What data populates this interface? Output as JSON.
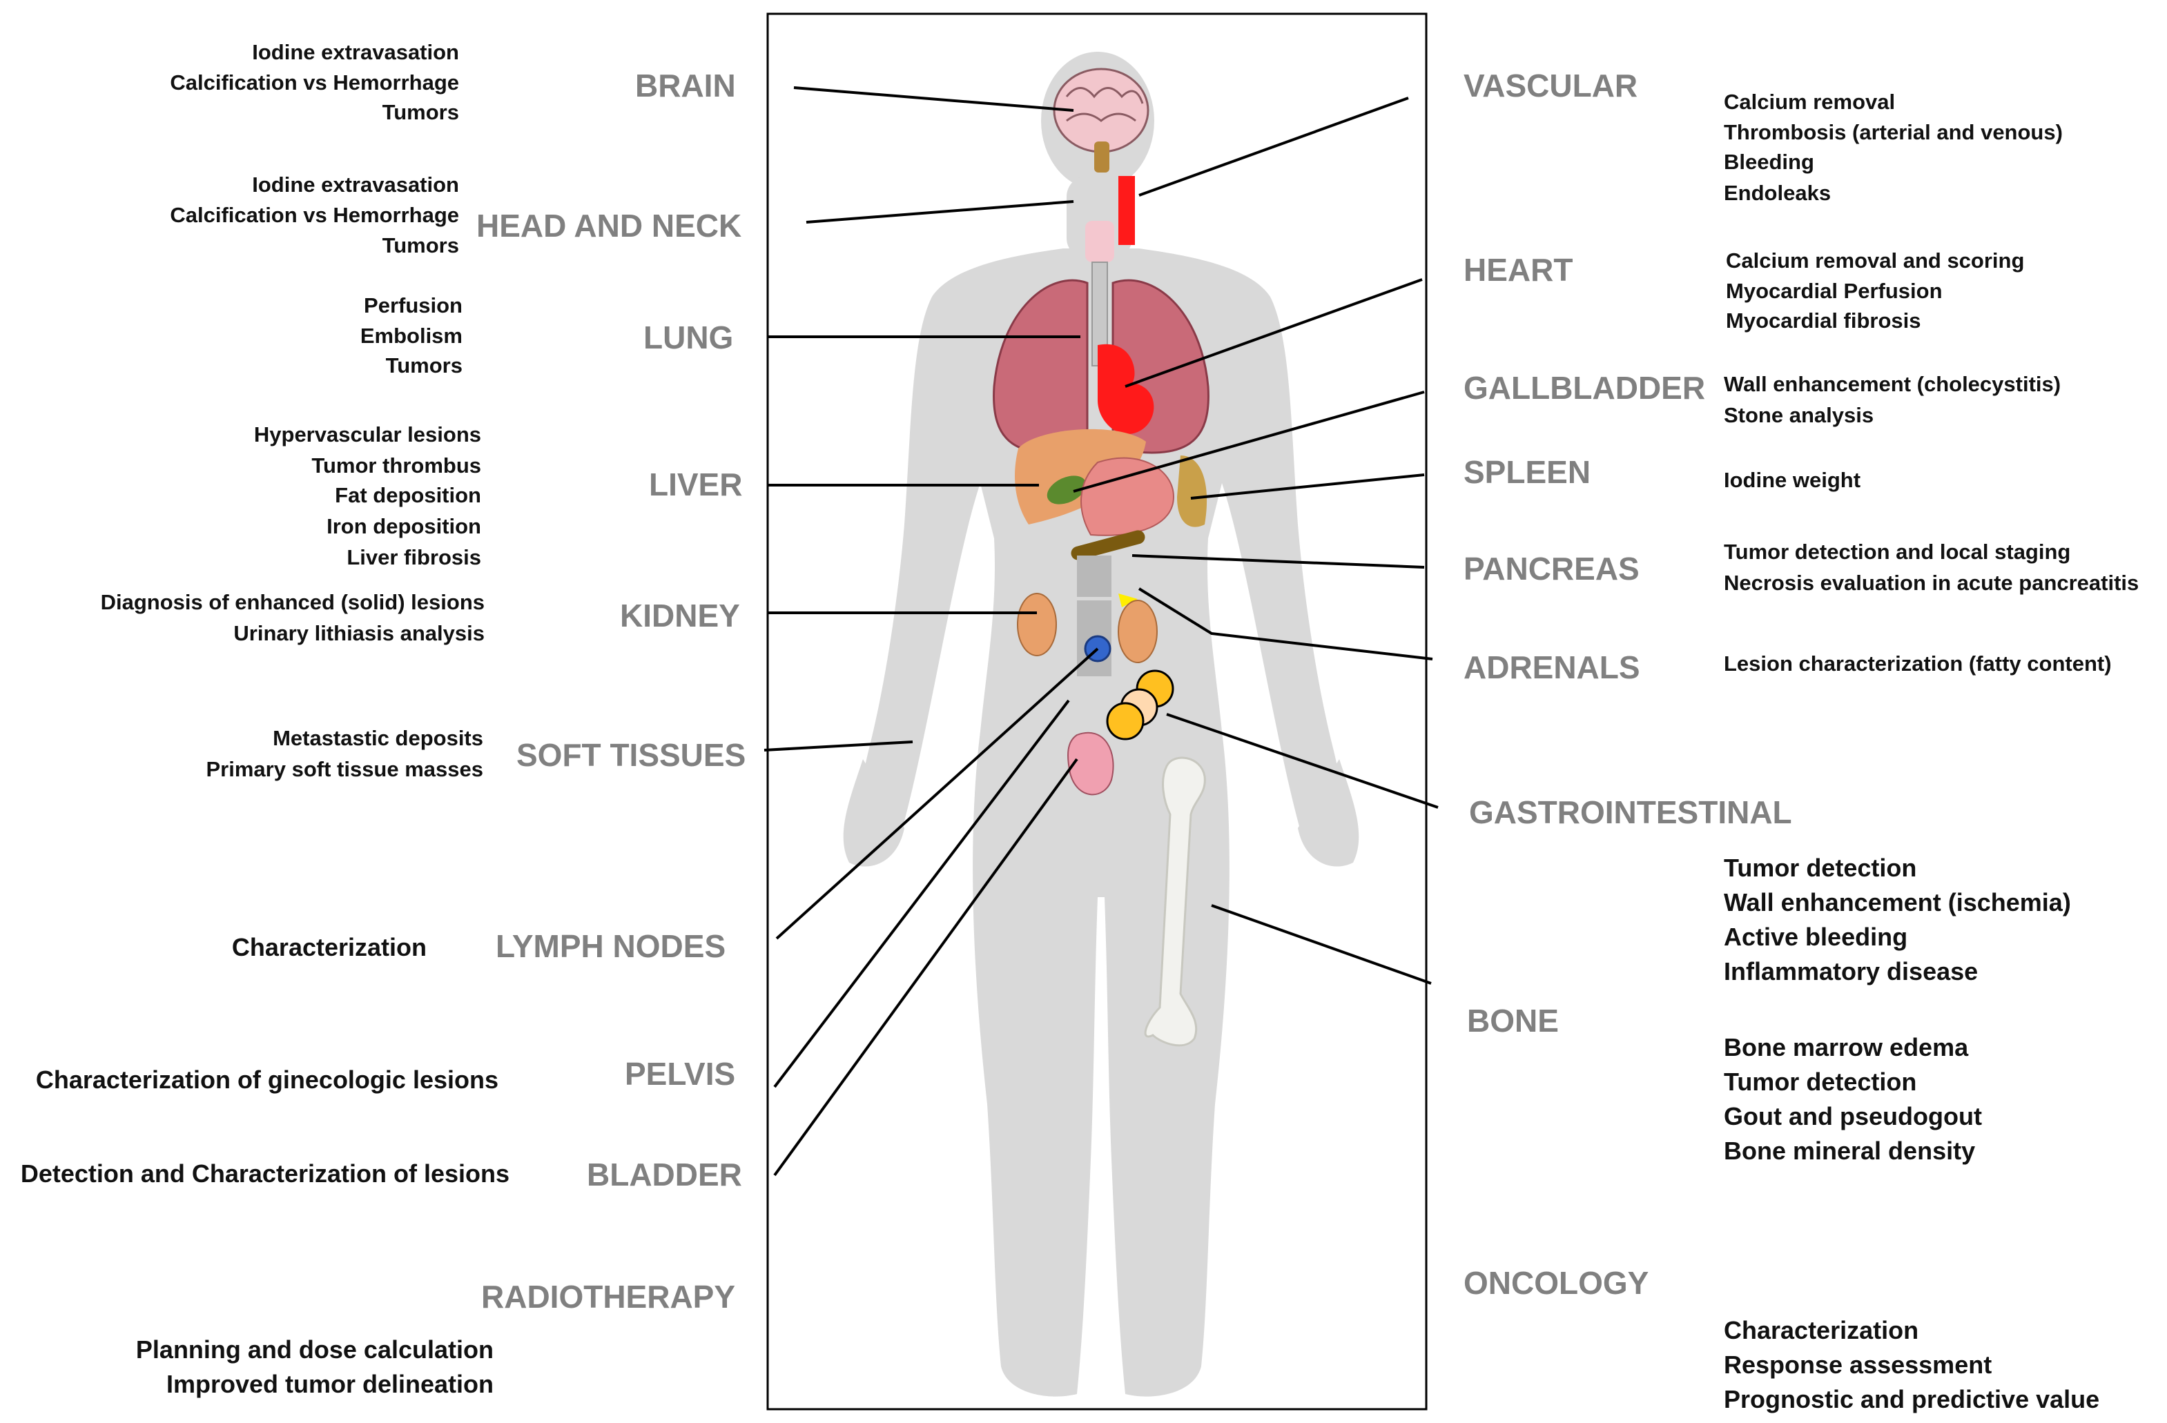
{
  "left_column": [
    {
      "id": "brain",
      "label": "BRAIN",
      "applications": [
        "Iodine extravasation",
        "Calcification vs Hemorrhage",
        "Tumors"
      ]
    },
    {
      "id": "head-and-neck",
      "label": "HEAD AND NECK",
      "applications": [
        "Iodine extravasation",
        "Calcification vs Hemorrhage",
        "Tumors"
      ]
    },
    {
      "id": "lung",
      "label": "LUNG",
      "applications": [
        "Perfusion",
        "Embolism",
        "Tumors"
      ]
    },
    {
      "id": "liver",
      "label": "LIVER",
      "applications": [
        "Hypervascular lesions",
        "Tumor thrombus",
        "Fat deposition",
        "Iron deposition",
        "Liver fibrosis"
      ]
    },
    {
      "id": "kidney",
      "label": "KIDNEY",
      "applications": [
        "Diagnosis of enhanced (solid) lesions",
        "Urinary lithiasis analysis"
      ]
    },
    {
      "id": "soft-tissues",
      "label": "SOFT TISSUES",
      "applications": [
        "Metastastic deposits",
        "Primary soft tissue masses"
      ]
    },
    {
      "id": "lymph-nodes",
      "label": "LYMPH NODES",
      "applications": [
        "Characterization"
      ]
    },
    {
      "id": "pelvis",
      "label": "PELVIS",
      "applications": [
        "Characterization of ginecologic lesions"
      ]
    },
    {
      "id": "bladder",
      "label": "BLADDER",
      "applications": [
        "Detection and Characterization of lesions"
      ]
    },
    {
      "id": "radiotherapy",
      "label": "RADIOTHERAPY",
      "applications": [
        "Planning and dose calculation",
        "Improved tumor delineation"
      ]
    }
  ],
  "right_column": [
    {
      "id": "vascular",
      "label": "VASCULAR",
      "applications": [
        "Calcium removal",
        "Thrombosis (arterial and venous)",
        "Bleeding",
        "Endoleaks"
      ]
    },
    {
      "id": "heart",
      "label": "HEART",
      "applications": [
        "Calcium removal and scoring",
        "Myocardial Perfusion",
        "Myocardial fibrosis"
      ]
    },
    {
      "id": "gallbladder",
      "label": "GALLBLADDER",
      "applications": [
        "Wall enhancement (cholecystitis)",
        "Stone analysis"
      ]
    },
    {
      "id": "spleen",
      "label": "SPLEEN",
      "applications": [
        "Iodine weight"
      ]
    },
    {
      "id": "pancreas",
      "label": "PANCREAS",
      "applications": [
        "Tumor detection and local staging",
        "Necrosis evaluation in acute pancreatitis"
      ]
    },
    {
      "id": "adrenals",
      "label": "ADRENALS",
      "applications": [
        "Lesion characterization (fatty content)"
      ]
    },
    {
      "id": "gastrointestinal",
      "label": "GASTROINTESTINAL",
      "applications": [
        "Tumor detection",
        "Wall enhancement (ischemia)",
        "Active bleeding",
        "Inflammatory disease"
      ]
    },
    {
      "id": "bone",
      "label": "BONE",
      "applications": [
        "Bone marrow edema",
        "Tumor detection",
        "Gout and pseudogout",
        "Bone mineral density"
      ]
    },
    {
      "id": "oncology",
      "label": "ONCOLOGY",
      "applications": [
        "Characterization",
        "Response assessment",
        "Prognostic and predictive value"
      ]
    }
  ],
  "colors": {
    "label_gray": "#808080",
    "silhouette": "#d9d9d9",
    "vascular_red": "#ff1a1a",
    "lung_pink": "#c96a78",
    "liver_orange": "#e8a06a",
    "gallbladder_green": "#5b8a2e",
    "spleen_tan": "#c9a04a",
    "pancreas_brown": "#7a5a10",
    "adrenal_yellow": "#ffee00",
    "lymph_blue": "#3366cc",
    "bowel_gold": "#ffc020"
  }
}
